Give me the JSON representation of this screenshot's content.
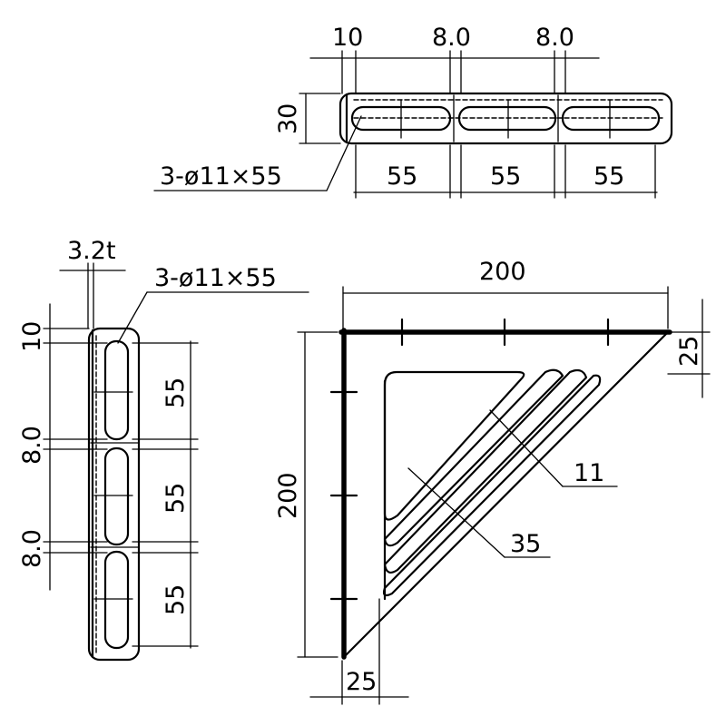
{
  "drawing": {
    "top_view": {
      "dim_spacing_1": "10",
      "dim_spacing_2": "8.0",
      "dim_spacing_3": "8.0",
      "dim_height": "30",
      "dim_slot_1": "55",
      "dim_slot_2": "55",
      "dim_slot_3": "55",
      "slot_note": "3-ø11×55"
    },
    "side_view": {
      "dim_thickness": "3.2t",
      "slot_note": "3-ø11×55",
      "dim_spacing_1": "10",
      "dim_spacing_2": "8.0",
      "dim_spacing_3": "8.0",
      "dim_slot_1": "55",
      "dim_slot_2": "55",
      "dim_slot_3": "55"
    },
    "front_view": {
      "dim_width": "200",
      "dim_height": "200",
      "dim_flange_right": "25",
      "dim_flange_bottom": "25",
      "dim_rib_width": "11",
      "dim_rib_pitch": "35"
    }
  }
}
